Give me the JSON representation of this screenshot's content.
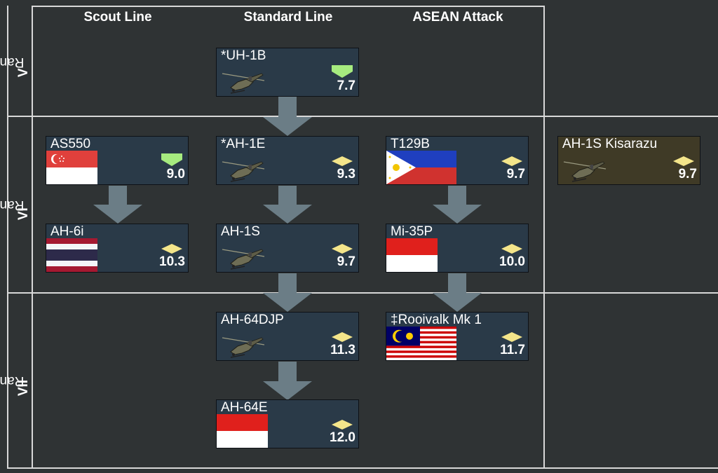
{
  "columns": [
    "Scout Line",
    "Standard Line",
    "ASEAN Attack"
  ],
  "ranks": [
    {
      "label": "Rank",
      "numeral": "V"
    },
    {
      "label": "Rank",
      "numeral": "VI"
    },
    {
      "label": "Rank",
      "numeral": "VII"
    }
  ],
  "colors": {
    "background": "#2f3334",
    "card": "#2a3a48",
    "card_premium": "#3f3a26",
    "arrow": "#6b7d86",
    "icon_green": "#a6eb7f",
    "icon_yellow": "#f4e58a",
    "grid_line": "#d8d8d8"
  },
  "vehicles": {
    "uh1b": {
      "name": "*UH-1B",
      "br": "7.7",
      "rank_icon": "green-chevron-icon",
      "image": "helicopter-icon"
    },
    "as550": {
      "name": "AS550",
      "br": "9.0",
      "rank_icon": "green-chevron-icon",
      "image": "singapore-flag"
    },
    "ah1e": {
      "name": "*AH-1E",
      "br": "9.3",
      "rank_icon": "yellow-diamond-icon",
      "image": "helicopter-icon"
    },
    "t129b": {
      "name": "T129B",
      "br": "9.7",
      "rank_icon": "yellow-diamond-icon",
      "image": "philippines-flag"
    },
    "ah1s_kisarazu": {
      "name": "AH-1S Kisarazu",
      "br": "9.7",
      "rank_icon": "yellow-diamond-icon",
      "image": "helicopter-icon"
    },
    "ah6i": {
      "name": "AH-6i",
      "br": "10.3",
      "rank_icon": "yellow-diamond-icon",
      "image": "thailand-flag"
    },
    "ah1s": {
      "name": "AH-1S",
      "br": "9.7",
      "rank_icon": "yellow-diamond-icon",
      "image": "helicopter-icon"
    },
    "mi35p": {
      "name": "Mi-35P",
      "br": "10.0",
      "rank_icon": "yellow-diamond-icon",
      "image": "indonesia-flag"
    },
    "ah64djp": {
      "name": "AH-64DJP",
      "br": "11.3",
      "rank_icon": "yellow-diamond-icon",
      "image": "helicopter-icon"
    },
    "rooivalk": {
      "name": "‡Rooivalk Mk 1",
      "br": "11.7",
      "rank_icon": "yellow-diamond-icon",
      "image": "malaysia-flag"
    },
    "ah64e": {
      "name": "AH-64E",
      "br": "12.0",
      "rank_icon": "yellow-diamond-icon",
      "image": "indonesia-flag"
    }
  }
}
